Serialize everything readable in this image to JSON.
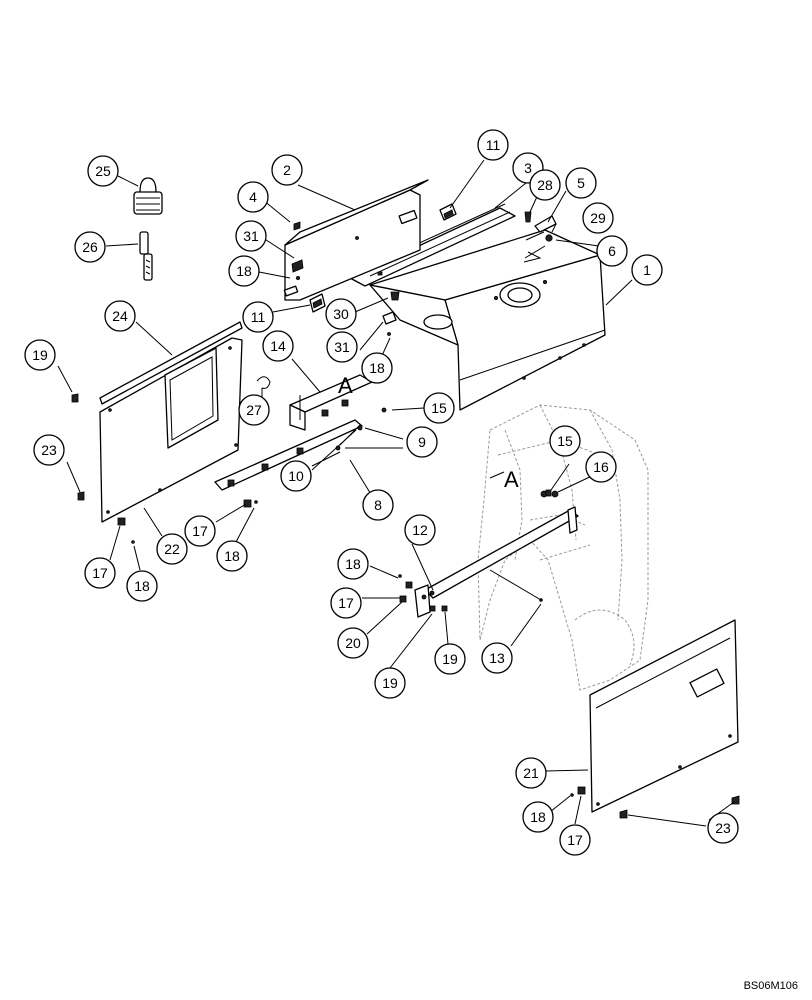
{
  "reference_code": "BS06M106",
  "view_letter": "A",
  "callouts": [
    {
      "id": "c25",
      "label": "25"
    },
    {
      "id": "c26",
      "label": "26"
    },
    {
      "id": "c2",
      "label": "2"
    },
    {
      "id": "c11a",
      "label": "11"
    },
    {
      "id": "c3",
      "label": "3"
    },
    {
      "id": "c28",
      "label": "28"
    },
    {
      "id": "c5",
      "label": "5"
    },
    {
      "id": "c4",
      "label": "4"
    },
    {
      "id": "c29",
      "label": "29"
    },
    {
      "id": "c6",
      "label": "6"
    },
    {
      "id": "c31a",
      "label": "31"
    },
    {
      "id": "c1",
      "label": "1"
    },
    {
      "id": "c18a",
      "label": "18"
    },
    {
      "id": "c11b",
      "label": "11"
    },
    {
      "id": "c30",
      "label": "30"
    },
    {
      "id": "c24",
      "label": "24"
    },
    {
      "id": "c31b",
      "label": "31"
    },
    {
      "id": "c19a",
      "label": "19"
    },
    {
      "id": "c14",
      "label": "14"
    },
    {
      "id": "c18b",
      "label": "18"
    },
    {
      "id": "c27",
      "label": "27"
    },
    {
      "id": "c15a",
      "label": "15"
    },
    {
      "id": "c9",
      "label": "9"
    },
    {
      "id": "c15b",
      "label": "15"
    },
    {
      "id": "c23a",
      "label": "23"
    },
    {
      "id": "c10",
      "label": "10"
    },
    {
      "id": "c16",
      "label": "16"
    },
    {
      "id": "c8",
      "label": "8"
    },
    {
      "id": "c17a",
      "label": "17"
    },
    {
      "id": "c22",
      "label": "22"
    },
    {
      "id": "c18c",
      "label": "18"
    },
    {
      "id": "c12",
      "label": "12"
    },
    {
      "id": "c17b",
      "label": "17"
    },
    {
      "id": "c18d",
      "label": "18"
    },
    {
      "id": "c18e",
      "label": "18"
    },
    {
      "id": "c17c",
      "label": "17"
    },
    {
      "id": "c20",
      "label": "20"
    },
    {
      "id": "c19b",
      "label": "19"
    },
    {
      "id": "c13",
      "label": "13"
    },
    {
      "id": "c19c",
      "label": "19"
    },
    {
      "id": "c21",
      "label": "21"
    },
    {
      "id": "c23b",
      "label": "23"
    },
    {
      "id": "c18f",
      "label": "18"
    },
    {
      "id": "c17d",
      "label": "17"
    }
  ]
}
